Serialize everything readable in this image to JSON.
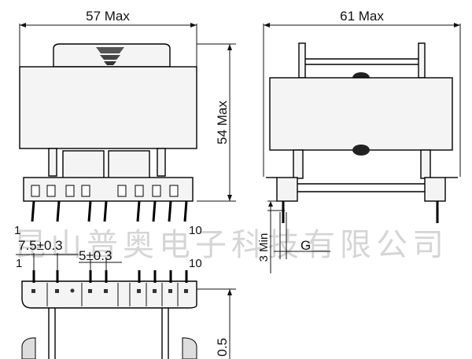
{
  "dimensions": {
    "width_front": "57 Max",
    "width_side": "61 Max",
    "height": "54 Max",
    "pin_spacing_outer": "7.5±0.3",
    "pin_spacing_inner": "5±0.3",
    "min_clearance": "3 Min",
    "gap": "G",
    "bottom_partial": "0.5"
  },
  "pins": {
    "first": "1",
    "last": "10",
    "first_bottom": "1",
    "last_bottom": "10"
  },
  "watermark": "昆山普奥电子科技有限公司"
}
